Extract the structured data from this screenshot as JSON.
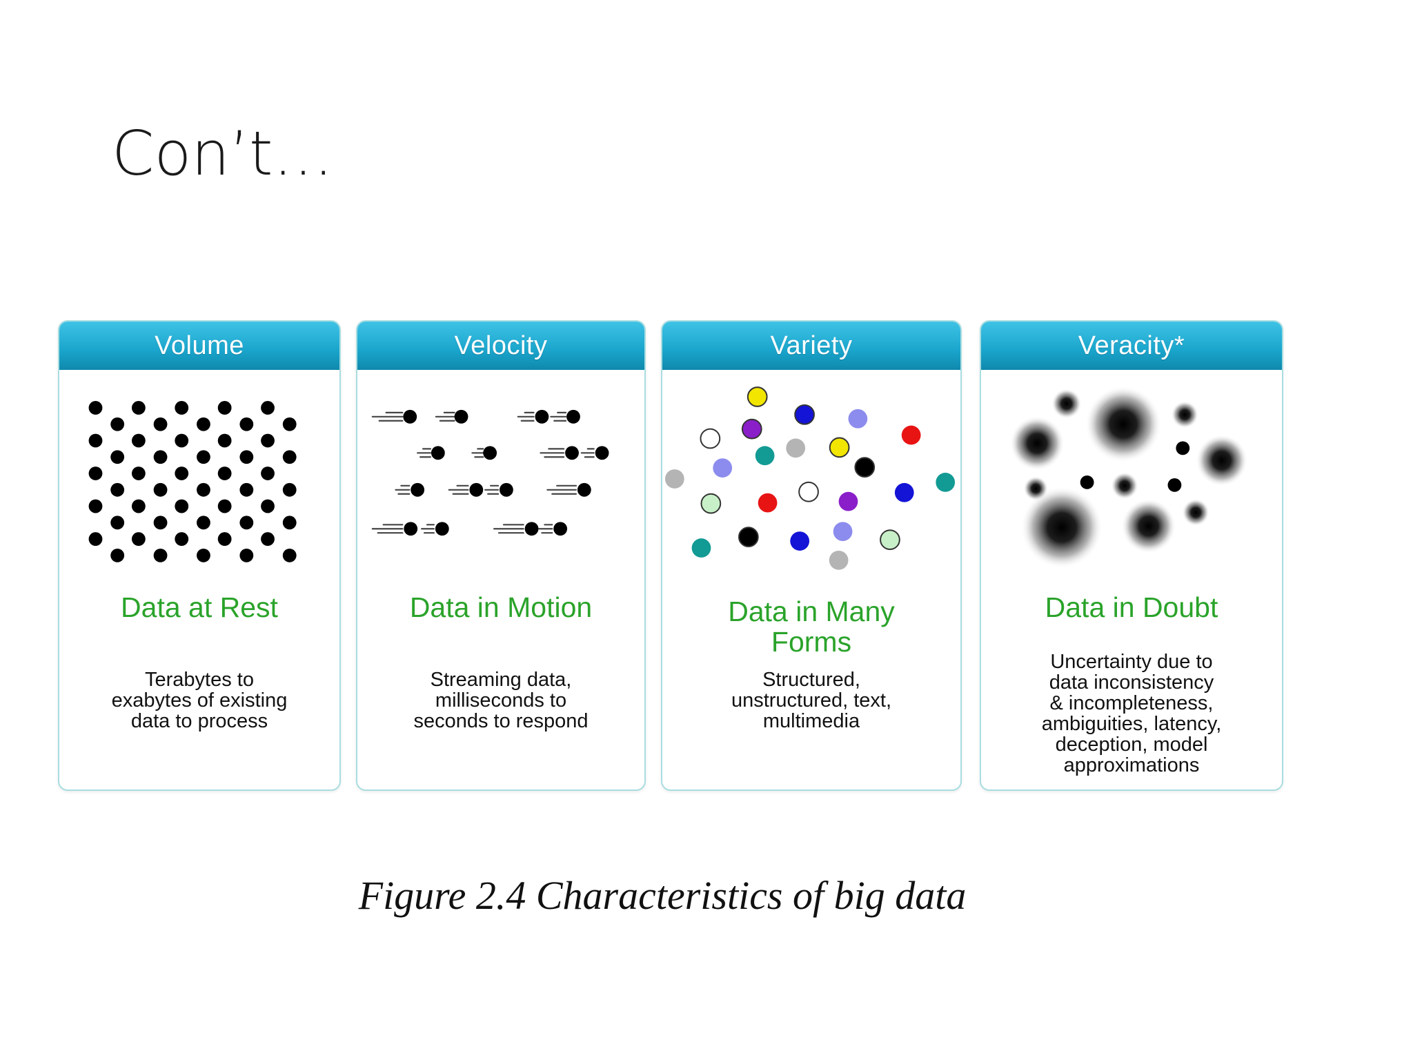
{
  "slide": {
    "title": "Con’t…"
  },
  "cards": [
    {
      "header": "Volume",
      "subtitle": "Data at Rest",
      "description": "Terabytes to\nexabytes of existing\ndata to process"
    },
    {
      "header": "Velocity",
      "subtitle": "Data in Motion",
      "description": "Streaming data,\nmilliseconds to\nseconds to respond"
    },
    {
      "header": "Variety",
      "subtitle": "Data in Many\nForms",
      "description": "Structured,\nunstructured, text,\nmultimedia"
    },
    {
      "header": "Veracity*",
      "subtitle": "Data in Doubt",
      "description": "Uncertainty due to\ndata inconsistency\n& incompleteness,\nambiguities, latency,\ndeception, model\napproximations"
    }
  ],
  "caption": "Figure 2.4 Characteristics of big data",
  "colors": {
    "header_top": "#3fc2e6",
    "header_bottom": "#0f89ac",
    "subtitle_green": "#2aa32a",
    "card_border": "#a9dde0",
    "variety_dots": [
      "#f2e600",
      "#8a1fc9",
      "#1414d6",
      "#8c8cee",
      "#e81414",
      "#b4b4b4",
      "#129a94",
      "#000000",
      "#c8f0c8",
      "#ffffff"
    ]
  }
}
